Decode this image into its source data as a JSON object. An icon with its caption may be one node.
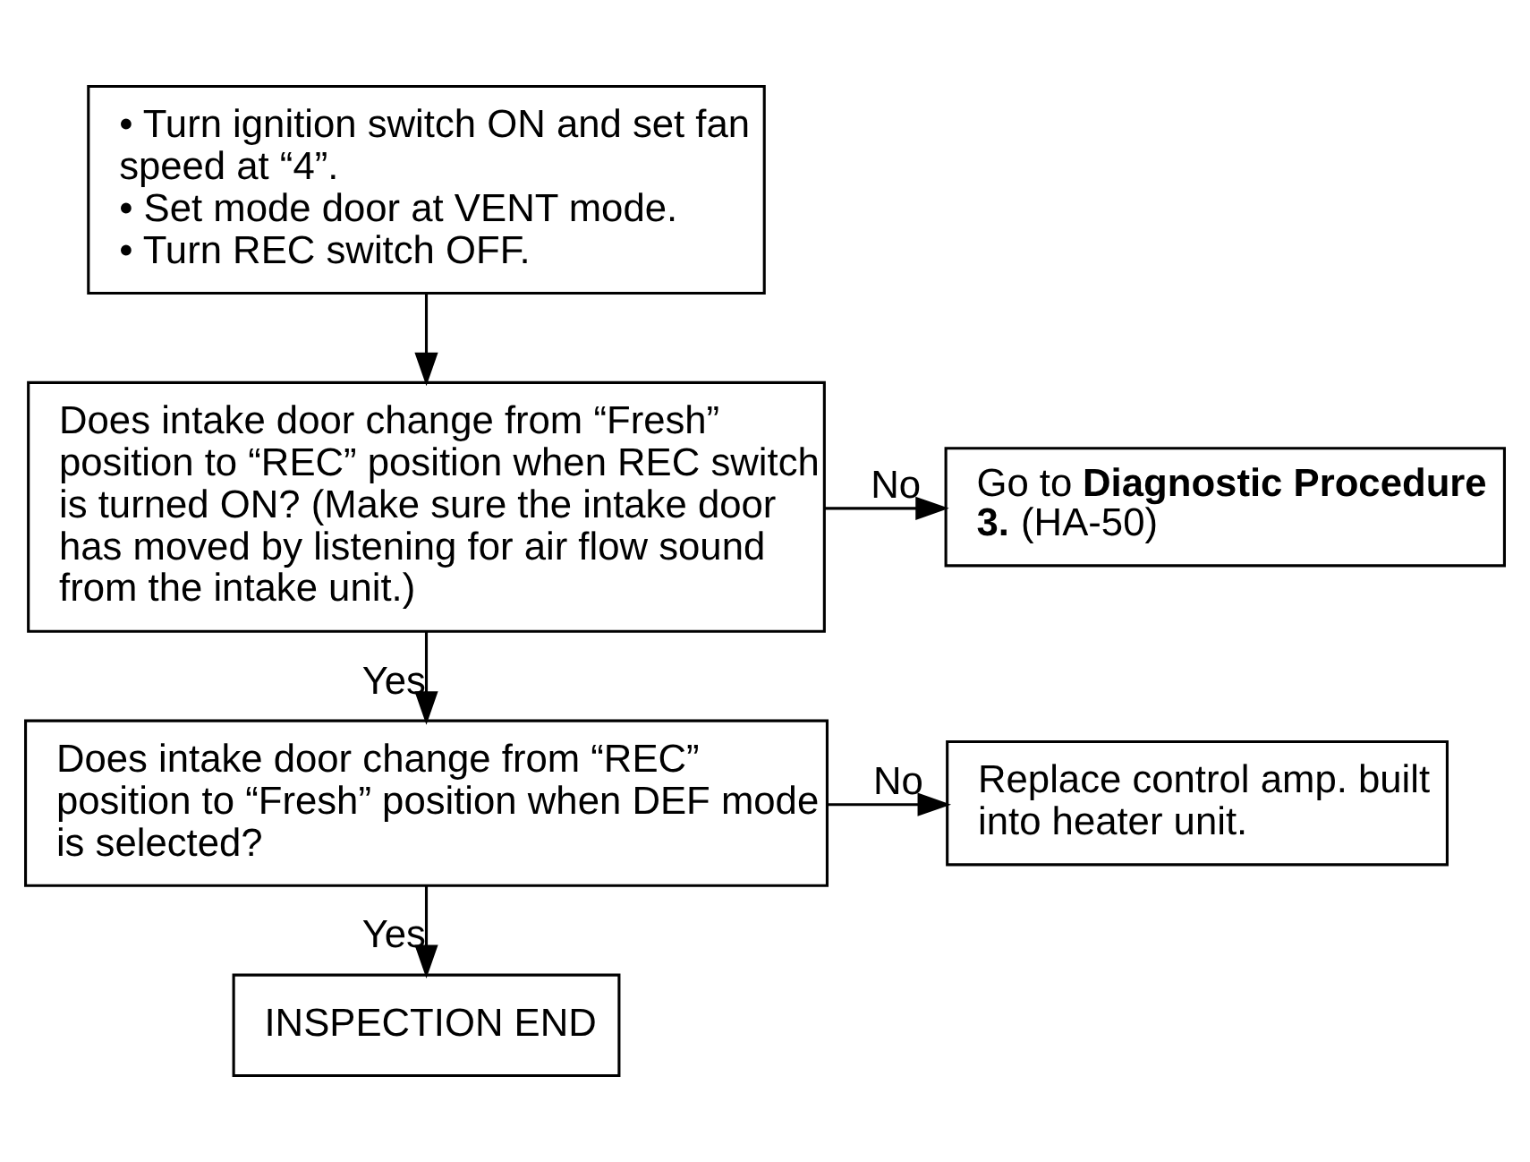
{
  "diagram": {
    "nodes": [
      {
        "text": [
          "• Turn ignition switch ON and set fan speed at “4”.",
          "• Set mode door at VENT mode.",
          "• Turn REC switch OFF."
        ]
      },
      {
        "text": [
          "Does intake door change from “Fresh” position to “REC” position when REC switch is turned ON? (Make sure the intake door has moved by listening for air flow sound from the intake unit.)"
        ]
      },
      {
        "text": [
          "Go to **Diagnostic Procedure 3.** (HA-50)"
        ]
      },
      {
        "text": [
          "Does intake door change from “REC” position to “Fresh” position when DEF mode is selected?"
        ]
      },
      {
        "text": [
          "Replace control amp. built into heater unit."
        ]
      },
      {
        "text": [
          "INSPECTION END"
        ]
      }
    ],
    "edges": [
      {
        "from": 0,
        "to": 1,
        "arrow": "to"
      },
      {
        "from": 1,
        "to": 2,
        "arrow": "to",
        "label": "No"
      },
      {
        "from": 1,
        "to": 3,
        "arrow": "to",
        "label": "Yes"
      },
      {
        "from": 3,
        "to": 4,
        "arrow": "to",
        "label": "No"
      },
      {
        "from": 3,
        "to": 5,
        "arrow": "to",
        "label": "Yes"
      }
    ]
  }
}
